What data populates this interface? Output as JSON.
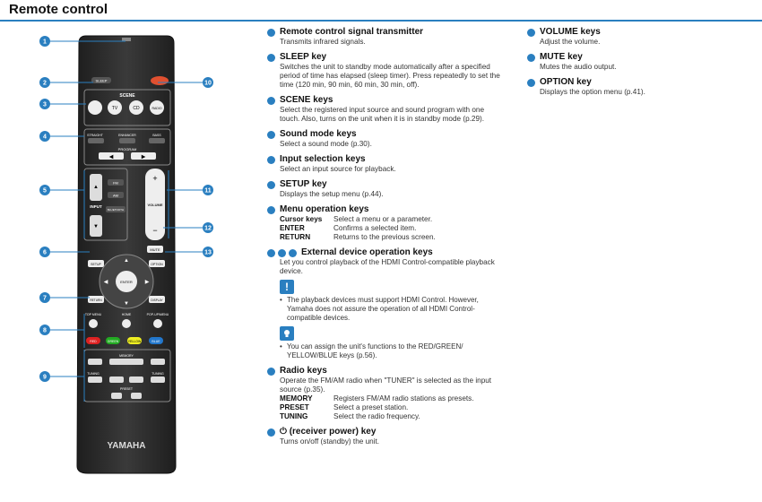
{
  "title": "Remote control",
  "remote": {
    "brand": "YAMAHA",
    "labels": {
      "sleep": "SLEEP",
      "scene": "SCENE",
      "tv": "TV",
      "cd": "CD",
      "radio": "RADIO",
      "straight": "STRAIGHT",
      "enhancer": "ENHANCER",
      "bass": "BASS",
      "program": "PROGRAM",
      "input": "INPUT",
      "fm": "FM",
      "am": "AM",
      "bluetooth": "BLUETOOTH",
      "volume": "VOLUME",
      "mute": "MUTE",
      "setup": "SETUP",
      "option": "OPTION",
      "enter": "ENTER",
      "return": "RETURN",
      "display": "DISPLAY",
      "top_menu": "TOP MENU",
      "home": "HOME",
      "popup_menu": "POP-UP/MENU",
      "red": "RED",
      "green": "GREEN",
      "yellow": "YELLOW",
      "blue": "BLUE",
      "memory": "MEMORY",
      "tuning_l": "TUNING",
      "tuning_r": "TUNING",
      "preset": "PRESET"
    },
    "callouts": [
      "1",
      "2",
      "3",
      "4",
      "5",
      "6",
      "7",
      "8",
      "9",
      "10",
      "11",
      "12",
      "13"
    ]
  },
  "items_col1": [
    {
      "title": "Remote control signal transmitter",
      "desc": "Transmits infrared signals."
    },
    {
      "title": "SLEEP key",
      "desc": "Switches the unit to standby mode automatically after a specified period of time has elapsed (sleep timer). Press repeatedly to set the time (120 min, 90 min, 60 min, 30 min, off)."
    },
    {
      "title": "SCENE keys",
      "desc": "Select the registered input source and sound program with one touch. Also, turns on the unit when it is in standby mode (p.29)."
    },
    {
      "title": "Sound mode keys",
      "desc": "Select a sound mode (p.30)."
    },
    {
      "title": "Input selection keys",
      "desc": "Select an input source for playback."
    },
    {
      "title": "SETUP key",
      "desc": "Displays the setup menu (p.44)."
    }
  ],
  "menu_ops": {
    "title": "Menu operation keys",
    "rows": [
      {
        "k": "Cursor keys",
        "v": "Select a menu or a parameter."
      },
      {
        "k": "ENTER",
        "v": "Confirms a selected item."
      },
      {
        "k": "RETURN",
        "v": "Returns to the previous screen."
      }
    ]
  },
  "external": {
    "title": "External device operation keys",
    "desc": "Let you control playback of the HDMI Control-compatible playback device.",
    "warn_icon": "!",
    "note1": "The playback devices must support HDMI Control. However, Yamaha does not assure the operation of all HDMI Control-compatible devices.",
    "note2": "You can assign the unit's functions to the RED/GREEN/ YELLOW/BLUE keys (p.56)."
  },
  "radio": {
    "title": "Radio keys",
    "desc": "Operate the FM/AM radio when \"TUNER\" is selected as the input source (p.35).",
    "rows": [
      {
        "k": "MEMORY",
        "v": "Registers FM/AM radio stations as presets."
      },
      {
        "k": "PRESET",
        "v": "Select a preset station."
      },
      {
        "k": "TUNING",
        "v": "Select the radio frequency."
      }
    ]
  },
  "power": {
    "title": "⏻ (receiver power) key",
    "desc": "Turns on/off (standby) the unit."
  },
  "items_col2": [
    {
      "title": "VOLUME keys",
      "desc": "Adjust the volume."
    },
    {
      "title": "MUTE key",
      "desc": "Mutes the audio output."
    },
    {
      "title": "OPTION key",
      "desc": "Displays the option menu (p.41)."
    }
  ],
  "colors": {
    "accent": "#2a7fc0",
    "remote_body": "#2b2b2b",
    "power_red": "#e05030"
  }
}
